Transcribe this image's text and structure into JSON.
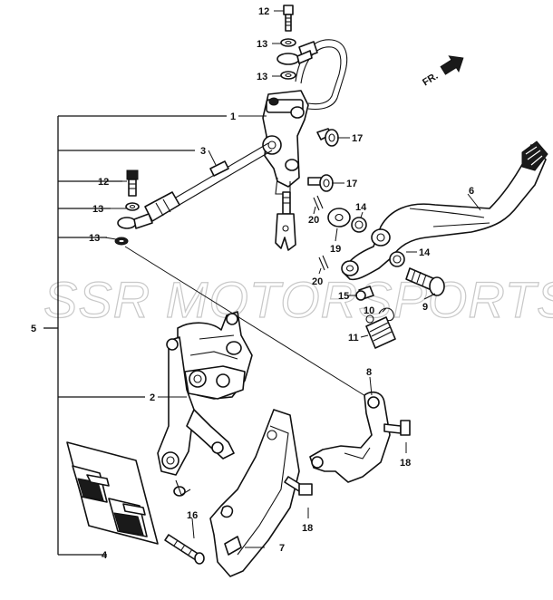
{
  "watermark": "SSR MOTORSPORTS",
  "direction_indicator": "FR.",
  "callouts": [
    {
      "id": "c12a",
      "text": "12"
    },
    {
      "id": "c13a",
      "text": "13"
    },
    {
      "id": "c13b",
      "text": "13"
    },
    {
      "id": "c1",
      "text": "1"
    },
    {
      "id": "c17a",
      "text": "17"
    },
    {
      "id": "c3",
      "text": "3"
    },
    {
      "id": "c17b",
      "text": "17"
    },
    {
      "id": "c12b",
      "text": "12"
    },
    {
      "id": "c6",
      "text": "6"
    },
    {
      "id": "c13c",
      "text": "13"
    },
    {
      "id": "c14a",
      "text": "14"
    },
    {
      "id": "c20a",
      "text": "20"
    },
    {
      "id": "c13d",
      "text": "13"
    },
    {
      "id": "c19",
      "text": "19"
    },
    {
      "id": "c14b",
      "text": "14"
    },
    {
      "id": "c20b",
      "text": "20"
    },
    {
      "id": "c15",
      "text": "15"
    },
    {
      "id": "c9",
      "text": "9"
    },
    {
      "id": "c5",
      "text": "5"
    },
    {
      "id": "c10",
      "text": "10"
    },
    {
      "id": "c11",
      "text": "11"
    },
    {
      "id": "c8",
      "text": "8"
    },
    {
      "id": "c2",
      "text": "2"
    },
    {
      "id": "c18a",
      "text": "18"
    },
    {
      "id": "c16",
      "text": "16"
    },
    {
      "id": "c18b",
      "text": "18"
    },
    {
      "id": "c7",
      "text": "7"
    },
    {
      "id": "c4",
      "text": "4"
    }
  ]
}
